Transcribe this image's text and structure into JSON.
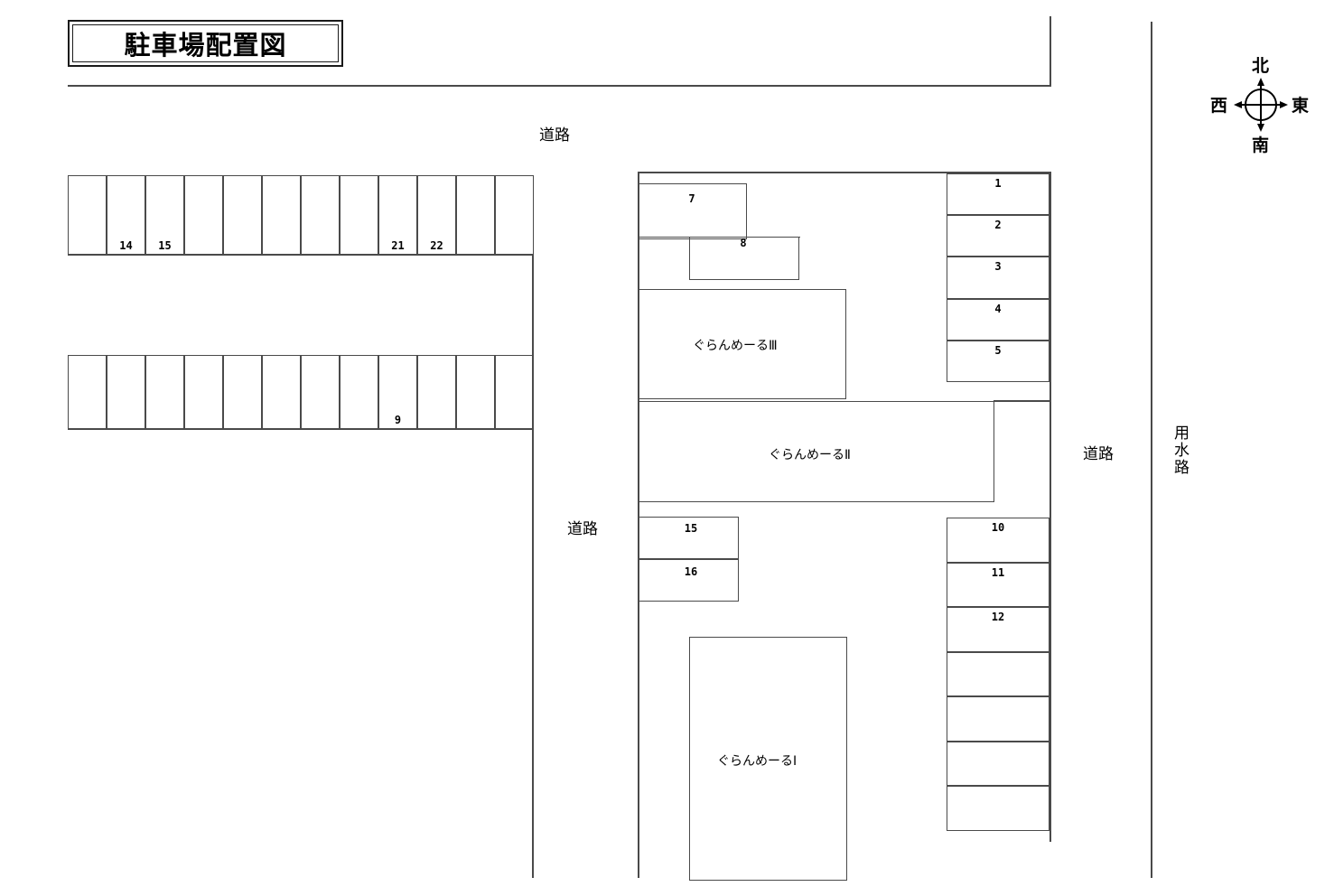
{
  "title": {
    "text": "駐車場配置図"
  },
  "compass": {
    "north": "北",
    "south": "南",
    "east": "東",
    "west": "西",
    "icon": "compass-rose-icon"
  },
  "annotations": {
    "road_top": "道路",
    "road_center": "道路",
    "road_right": "道路",
    "canal_right": "用水路"
  },
  "buildings": [
    {
      "id": "gm3",
      "name": "ぐらんめーるⅢ"
    },
    {
      "id": "gm2",
      "name": "ぐらんめーるⅡ"
    },
    {
      "id": "gm1",
      "name": "ぐらんめーるⅠ"
    }
  ],
  "parking": {
    "row_top_left": {
      "count": 12,
      "stalls": [
        "",
        "14",
        "15",
        "",
        "",
        "",
        "",
        "",
        "21",
        "22",
        "",
        ""
      ]
    },
    "row_bottom_left": {
      "count": 12,
      "stalls": [
        "",
        "",
        "",
        "",
        "",
        "",
        "",
        "",
        "9",
        "",
        "",
        ""
      ]
    },
    "column_top_right": {
      "count": 5,
      "stalls": [
        "1",
        "2",
        "3",
        "4",
        "5"
      ]
    },
    "column_bottom_right": {
      "count": 7,
      "stalls": [
        "10",
        "11",
        "12",
        "",
        "",
        "",
        ""
      ]
    },
    "block_center_left": {
      "count": 2,
      "stalls": [
        "15",
        "16"
      ]
    },
    "block_upper_center": {
      "count": 2,
      "stalls": [
        "7",
        "8"
      ]
    }
  },
  "colors": {
    "line": "#4a4a4a",
    "text": "#000000",
    "background": "#ffffff"
  }
}
